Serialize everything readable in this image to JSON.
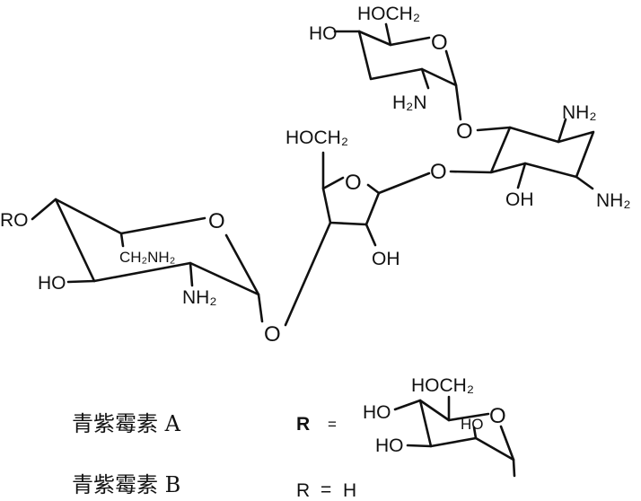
{
  "structure": {
    "left_ring": {
      "ro": "RO",
      "ho": "HO",
      "ch2nh2": "CH₂NH₂",
      "nh2": "NH₂",
      "ring_o": "O"
    },
    "glycosidic_o_1": "O",
    "ribose": {
      "hoch2": "HOCH₂",
      "ring_o": "O",
      "oh": "OH"
    },
    "glycosidic_o_2": "O",
    "streptamine": {
      "nh2_top": "NH₂",
      "nh2_bottom": "NH₂",
      "oh": "OH"
    },
    "glycosidic_o_3": "O",
    "top_ring": {
      "hoch2": "HOCH₂",
      "ho": "HO",
      "ring_o": "O",
      "h2n": "H₂N"
    }
  },
  "legend": {
    "compound_a": "青紫霉素 A",
    "r_a": "R",
    "eq_a": "=",
    "substituent": {
      "hoch2": "HOCH₂",
      "ho_upper": "HO",
      "ho_mid": "HO",
      "ho_lower": "HO",
      "ring_o": "O"
    },
    "compound_b": "青紫霉素 B",
    "r_b": "R",
    "eq_b": "=",
    "h": "H"
  }
}
